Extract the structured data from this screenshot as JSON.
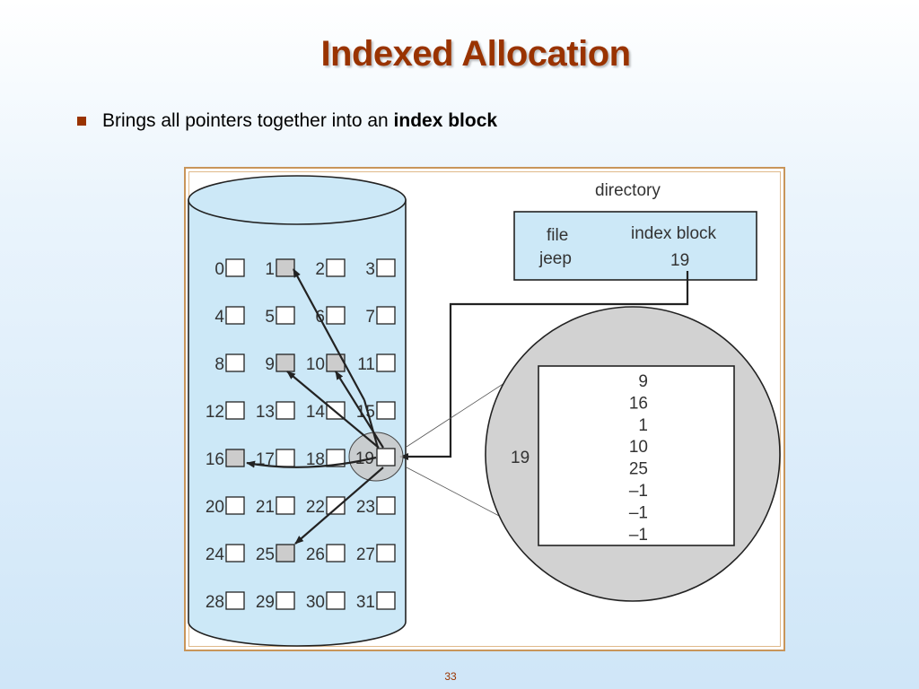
{
  "slide": {
    "title": "Indexed Allocation",
    "bullet": {
      "text": "Brings all pointers together into an ",
      "bold": "index block"
    },
    "page_number": "33"
  },
  "diagram": {
    "directory": {
      "title": "directory",
      "col_file": "file",
      "col_index": "index block",
      "file_name": "jeep",
      "index_value": "19"
    },
    "disk_blocks": [
      "0",
      "1",
      "2",
      "3",
      "4",
      "5",
      "6",
      "7",
      "8",
      "9",
      "10",
      "11",
      "12",
      "13",
      "14",
      "15",
      "16",
      "17",
      "18",
      "19",
      "20",
      "21",
      "22",
      "23",
      "24",
      "25",
      "26",
      "27",
      "28",
      "29",
      "30",
      "31"
    ],
    "used_blocks": [
      1,
      9,
      10,
      16,
      25
    ],
    "index_block": {
      "label": "19",
      "entries": [
        "9",
        "16",
        "1",
        "10",
        "25",
        "–1",
        "–1",
        "–1"
      ]
    },
    "colors": {
      "disk_fill": "#cce8f7",
      "used_fill": "#cccccc",
      "zoom_fill": "#d2d2d2",
      "title_color": "#993300"
    }
  }
}
